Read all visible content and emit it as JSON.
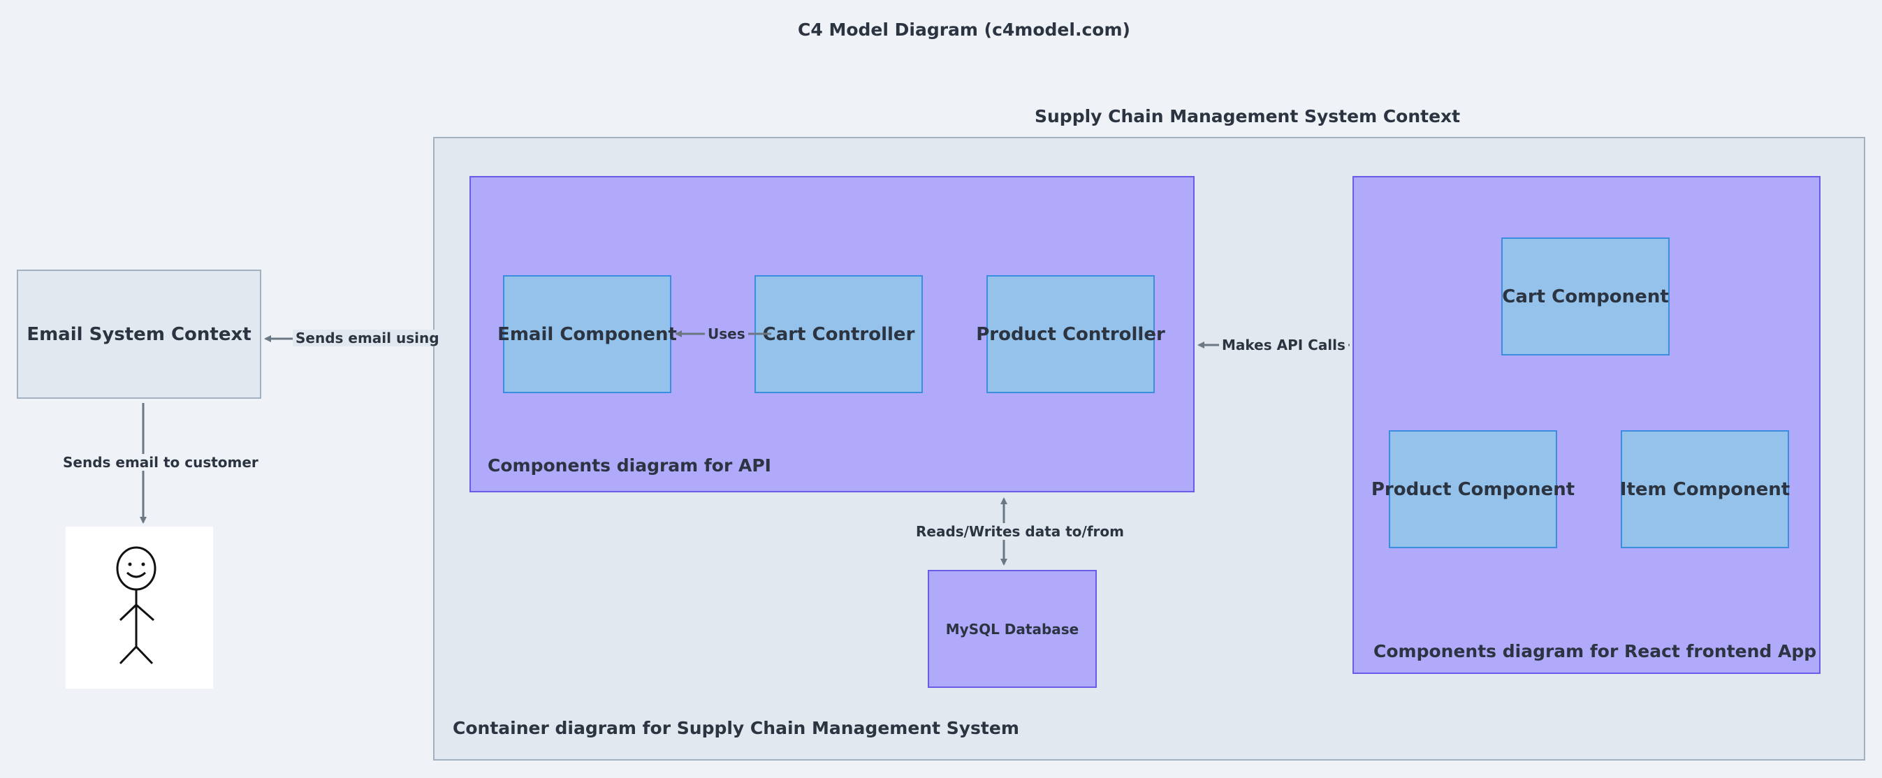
{
  "diagram": {
    "title": "C4 Model Diagram (c4model.com)",
    "system_context_title": "Supply Chain Management System Context",
    "email_system": {
      "label": "Email System Context"
    },
    "edges": {
      "sends_email_using": "Sends email using",
      "sends_email_to_customer": "Sends email to customer",
      "uses": "Uses",
      "makes_api_calls": "Makes API Calls",
      "reads_writes": "Reads/Writes data to/from"
    },
    "container_diagram": {
      "caption": "Container diagram for Supply Chain Management System",
      "database": "MySQL Database"
    },
    "api_components": {
      "caption": "Components diagram for API",
      "email_component": "Email Component",
      "cart_controller": "Cart Controller",
      "product_controller": "Product Controller"
    },
    "frontend_components": {
      "caption": "Components diagram for React frontend App",
      "cart_component": "Cart Component",
      "product_component": "Product Component",
      "item_component": "Item Component"
    },
    "colors": {
      "background": "#eff3f7",
      "context_frame": "#e2e8ef",
      "component_frame": "#b1aafb",
      "component_box": "#94c2ea",
      "arrow": "#6b7783"
    }
  }
}
